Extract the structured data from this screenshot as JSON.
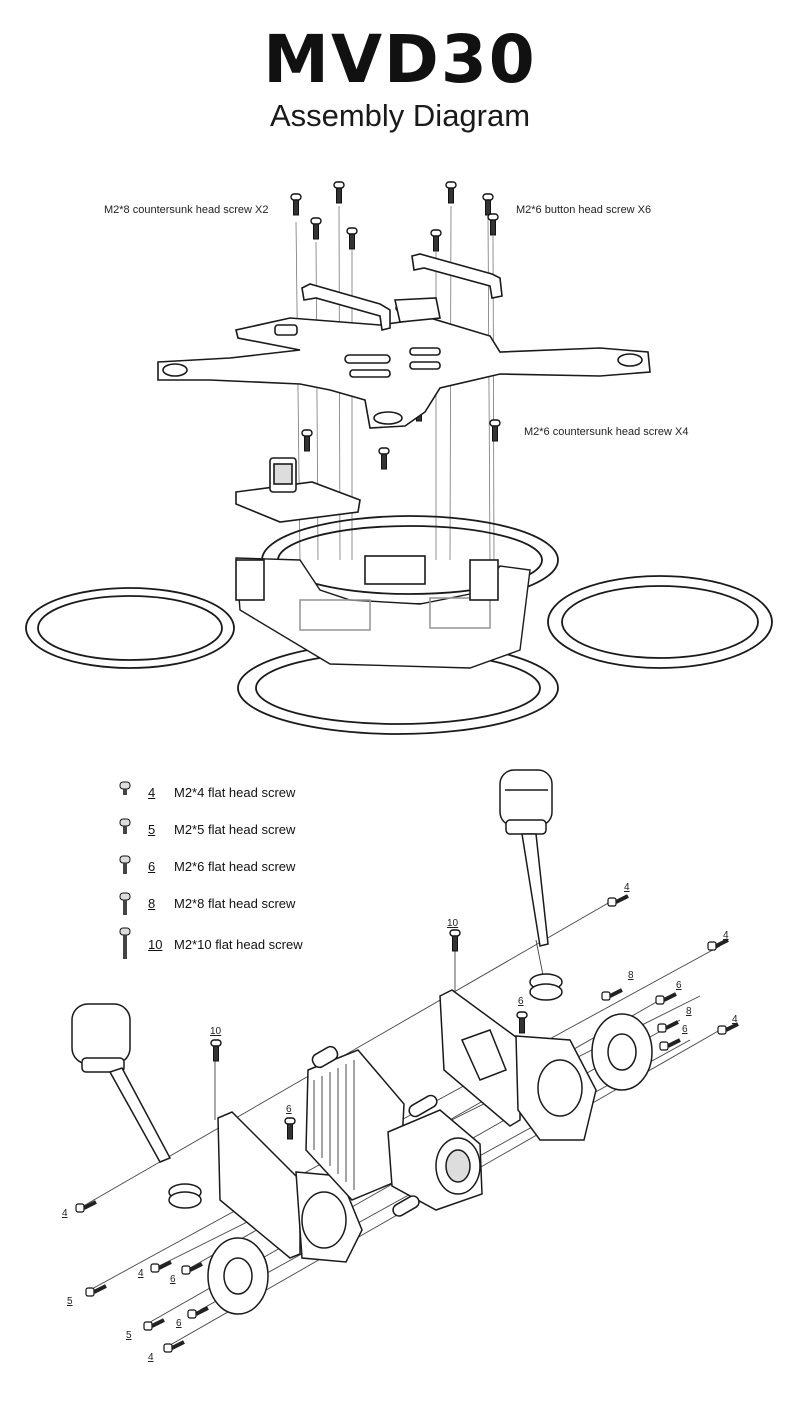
{
  "header": {
    "title": "MVD30",
    "subtitle": "Assembly Diagram"
  },
  "top_callouts": {
    "countersunk_x2": "M2*8 countersunk head screw X2",
    "button_x6": "M2*6 button head screw X6",
    "countersunk_x4": "M2*6 countersunk head screw X4"
  },
  "legend": [
    {
      "num": "4",
      "label": "M2*4 flat head screw"
    },
    {
      "num": "5",
      "label": "M2*5 flat head screw"
    },
    {
      "num": "6",
      "label": "M2*6 flat head screw"
    },
    {
      "num": "8",
      "label": "M2*8 flat head screw"
    },
    {
      "num": "10",
      "label": "M2*10 flat head screw"
    }
  ],
  "part_numbers": {
    "n1": "4",
    "n2": "10",
    "n3": "4",
    "n4": "8",
    "n5": "6",
    "n6": "6",
    "n7": "8",
    "n8": "6",
    "n9": "4",
    "n10": "10",
    "n11": "6",
    "n12": "4",
    "n13": "4",
    "n14": "6",
    "n15": "5",
    "n16": "5",
    "n17": "6",
    "n18": "4"
  },
  "colors": {
    "line": "#1a1a1a",
    "fill": "#ffffff",
    "shade": "#d9d9d9"
  }
}
